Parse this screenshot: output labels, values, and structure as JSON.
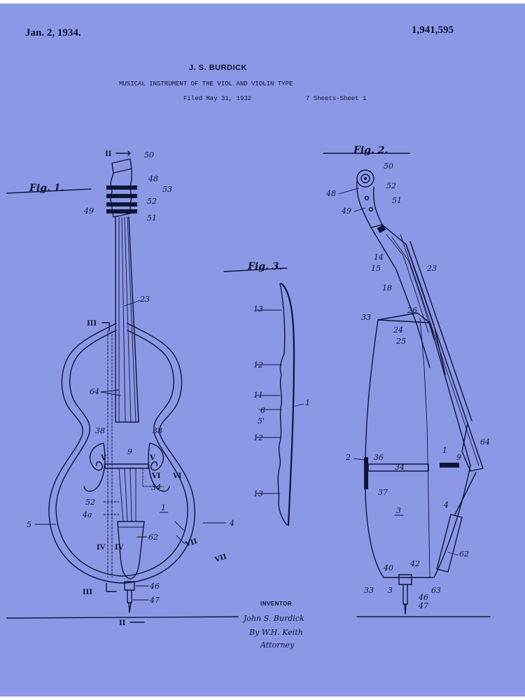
{
  "header": {
    "date": "Jan. 2, 1934.",
    "patent_number": "1,941,595",
    "inventor_name": "J. S. BURDICK",
    "title": "MUSICAL INSTRUMENT OF THE VIOL AND VIOLIN TYPE",
    "filed": "Filed May 31, 1932",
    "sheets": "7 Sheets-Sheet 1"
  },
  "figures": {
    "fig1": "Fig. 1.",
    "fig2": "Fig. 2.",
    "fig3": "Fig. 3."
  },
  "section_marks": {
    "s2_top": "II",
    "s2_bottom": "II",
    "s3_top": "III",
    "s3_bottom": "III",
    "s4_left": "IV",
    "s4_right": "IV",
    "s5_left": "V",
    "s5_right": "V",
    "s6_left": "VI",
    "s6_right": "VI",
    "s7_a": "VII",
    "s7_b": "VII"
  },
  "fig1_refs": {
    "r50": "50",
    "r48": "48",
    "r53": "53",
    "r52": "52",
    "r49": "49",
    "r51": "51",
    "r23": "23",
    "r64": "64",
    "r38a": "38",
    "r38b": "38",
    "r9": "9",
    "r34": "34",
    "r1": "1",
    "r52b": "52",
    "r4a": "4a",
    "r5": "5",
    "r62": "62",
    "r4": "4",
    "r46": "46",
    "r47": "47"
  },
  "fig2_refs": {
    "r50": "50",
    "r52": "52",
    "r48": "48",
    "r51": "51",
    "r49": "49",
    "r14": "14",
    "r15": "15",
    "r23": "23",
    "r18": "18",
    "r33": "33",
    "r26": "26",
    "r24": "24",
    "r25": "25",
    "r64": "64",
    "r2": "2",
    "r36": "36",
    "r1": "1",
    "r9": "9",
    "r34": "34",
    "r37": "37",
    "r3": "3",
    "r4": "4",
    "r62": "62",
    "r42": "42",
    "r40": "40",
    "r33b": "33",
    "r3b": "3",
    "r63": "63",
    "r46": "46",
    "r47": "47"
  },
  "fig3_refs": {
    "r13a": "13",
    "r12a": "12",
    "r11": "11",
    "r8": "8",
    "r5": "5'",
    "r1": "1",
    "r12b": "12",
    "r13b": "13"
  },
  "signature": {
    "label": "INVENTOR",
    "name": "John S. Burdick",
    "by": "By W.H. Keith",
    "attorney": "Attorney"
  },
  "colors": {
    "sheet_background": "#8b98e6",
    "ink": "#0f1535"
  }
}
